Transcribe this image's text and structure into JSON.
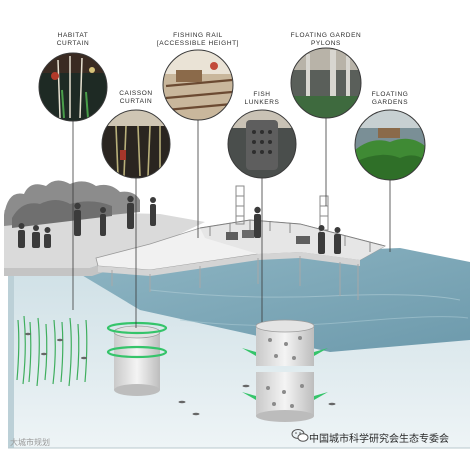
{
  "labels": {
    "habitat": "HABITAT\nCURTAIN",
    "caisson": "CAISSON\nCURTAIN",
    "fishing": "FISHING RAIL\n[ACCESSIBLE HEIGHT]",
    "lunkers": "FISH\nLUNKERS",
    "pylons": "FLOATING GARDEN\nPYLONS",
    "gardens": "FLOATING\nGARDENS"
  },
  "watermark": {
    "left": "大城市规划",
    "right": "中国城市科学研究会生态专委会"
  },
  "colors": {
    "water_surface": "#7fa9b9",
    "water_body": "#d9e6ea",
    "green_accent": "#35c46a",
    "deck": "#f1f1f1"
  },
  "icons": {
    "wechat": "wechat-icon"
  }
}
